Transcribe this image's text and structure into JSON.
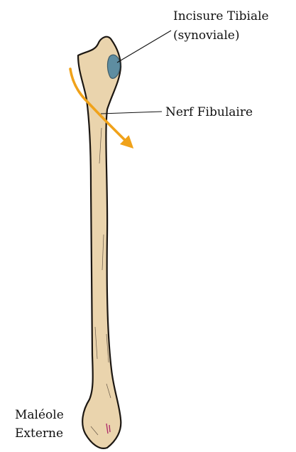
{
  "labels": {
    "tibial_notch_line1": "Incisure Tibiale",
    "tibial_notch_line2": "(synoviale)",
    "fibular_nerve": "Nerf Fibulaire",
    "lateral_malleolus_line1": "Maléole",
    "lateral_malleolus_line2": "Externe"
  },
  "colors": {
    "bone_fill": "#ead4ad",
    "bone_outline": "#1c1712",
    "synovial_facet": "#4f86a0",
    "nerve_arrow": "#f0a21a",
    "malleolus_mark": "#b02e6a"
  }
}
